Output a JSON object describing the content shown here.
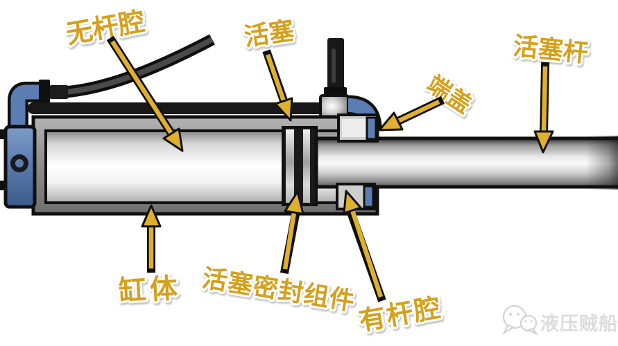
{
  "diagram": {
    "type": "hydraulic-cylinder-cutaway",
    "labels": {
      "rodless_chamber": "无杆腔",
      "piston": "活塞",
      "piston_rod": "活塞杆",
      "end_cap": "端盖",
      "cylinder_body": "缸体",
      "piston_seal_assembly": "活塞密封组件",
      "rod_chamber": "有杆腔"
    },
    "watermark": {
      "text": "液压贼船"
    },
    "colors": {
      "label_gold": "#D5A01E",
      "arrow_gold": "#E0B02C",
      "part_blue": "#5B7DB1",
      "part_blue_dark": "#36517C",
      "outline": "#101010",
      "metal_light": "#E9E9E9",
      "metal_mid": "#9A9A9A",
      "hose_dark": "#4A4A4A",
      "watermark_gray": "#DCDCDC",
      "background": "#FFFFFF"
    }
  }
}
